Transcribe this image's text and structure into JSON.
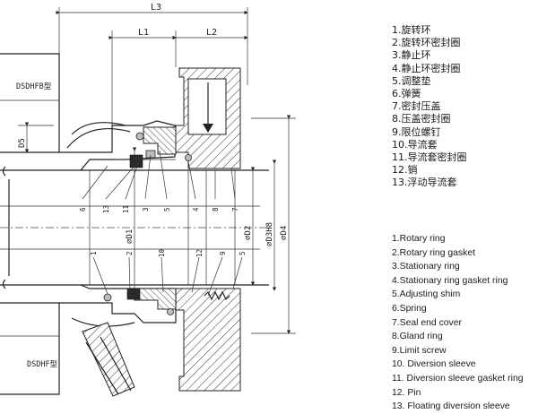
{
  "drawing": {
    "dims": {
      "L3": "L3",
      "L1": "L1",
      "L2": "L2",
      "D5": "D5",
      "D1": "∅D1",
      "D2": "∅D2",
      "D3": "∅D3H8",
      "D4": "∅D4"
    },
    "type_labels": {
      "top": "DSDHFB型",
      "bottom": "DSDHF型"
    },
    "top_callouts": [
      "6",
      "13",
      "11",
      "3",
      "5",
      "4",
      "8",
      "7"
    ],
    "bottom_callouts": [
      "1",
      "2",
      "10",
      "12",
      "9",
      "5"
    ]
  },
  "legend_cn": [
    "1.旋转环",
    "2.旋转环密封圈",
    "3.静止环",
    "4.静止环密封圈",
    "5.调整垫",
    "6.弹簧",
    "7.密封压盖",
    "8.压盖密封圈",
    "9.限位螺钉",
    "10.导流套",
    "11.导流套密封圈",
    "12.销",
    "13.浮动导流套"
  ],
  "legend_en": [
    "1.Rotary ring",
    "2.Rotary ring gasket",
    "3.Stationary ring",
    "4.Stationary ring gasket ring",
    "5.Adjusting shim",
    "6.Spring",
    "7.Seal end cover",
    "8.Gland ring",
    "9.Limit screw",
    "10. Diversion sleeve",
    "11. Diversion sleeve gasket ring",
    "12. Pin",
    "13. Floating diversion sleeve"
  ]
}
